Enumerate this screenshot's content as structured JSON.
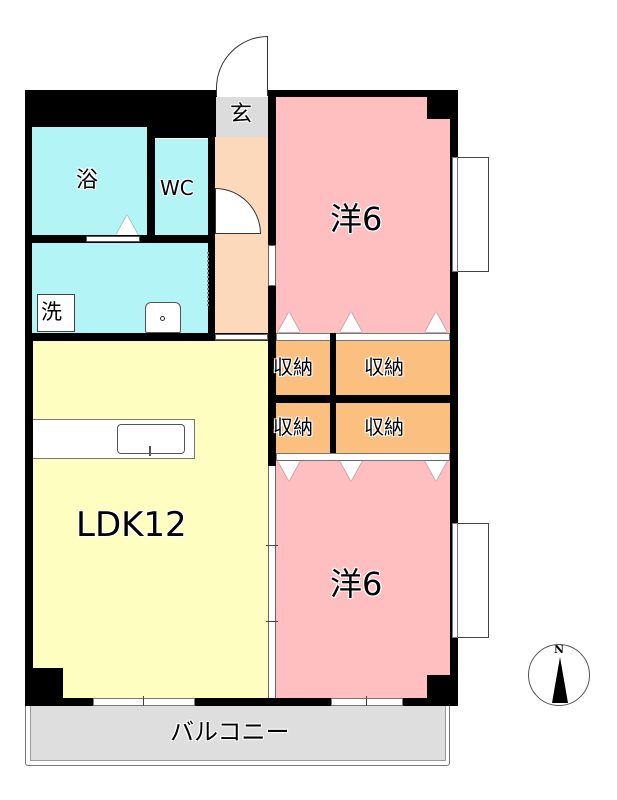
{
  "floor_plan": {
    "type": "apartment floor plan",
    "layout": "2LDK",
    "rooms": [
      {
        "id": "entrance",
        "label": "玄",
        "color": "#dcdcdc"
      },
      {
        "id": "bath",
        "label": "浴",
        "color": "#b3f5f7"
      },
      {
        "id": "wc",
        "label": "WC",
        "color": "#b3f5f7"
      },
      {
        "id": "washroom",
        "label": "洗",
        "color": "#b3f5f7"
      },
      {
        "id": "hallway",
        "label": "",
        "color": "#fdd9bb"
      },
      {
        "id": "western-room-1",
        "label": "洋6",
        "color": "#ffbfc0"
      },
      {
        "id": "western-room-2",
        "label": "洋6",
        "color": "#ffbfc0"
      },
      {
        "id": "ldk",
        "label": "LDK12",
        "color": "#fefec0"
      },
      {
        "id": "storage-1",
        "label": "収納",
        "color": "#fbbf80"
      },
      {
        "id": "storage-2",
        "label": "収納",
        "color": "#fbbf80"
      },
      {
        "id": "storage-3",
        "label": "収納",
        "color": "#fbbf80"
      },
      {
        "id": "storage-4",
        "label": "収納",
        "color": "#fbbf80"
      },
      {
        "id": "balcony",
        "label": "バルコニー",
        "color": "#dedede"
      }
    ],
    "compass": {
      "label": "N"
    }
  }
}
